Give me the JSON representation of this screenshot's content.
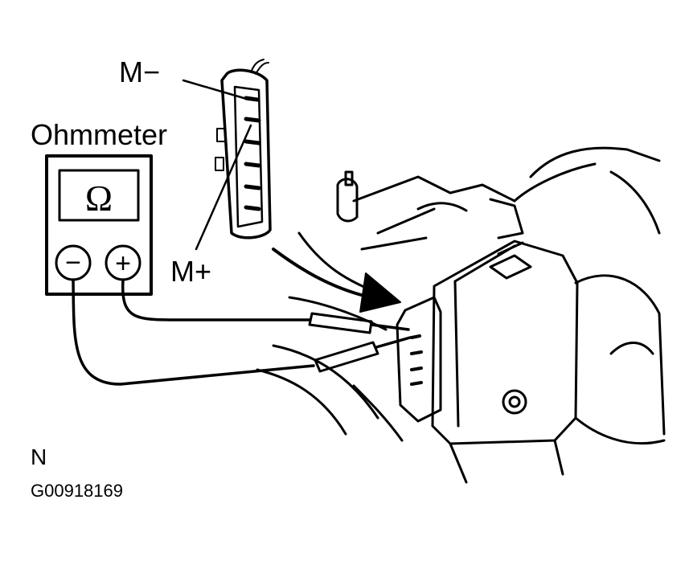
{
  "labels": {
    "terminal_negative": "M−",
    "terminal_positive": "M+",
    "meter_name": "Ohmmeter",
    "meter_symbol": "Ω",
    "plus_sign": "+",
    "minus_sign": "−",
    "view_marker": "N",
    "figure_id": "G00918169"
  },
  "colors": {
    "ink": "#000000",
    "paper": "#ffffff"
  }
}
